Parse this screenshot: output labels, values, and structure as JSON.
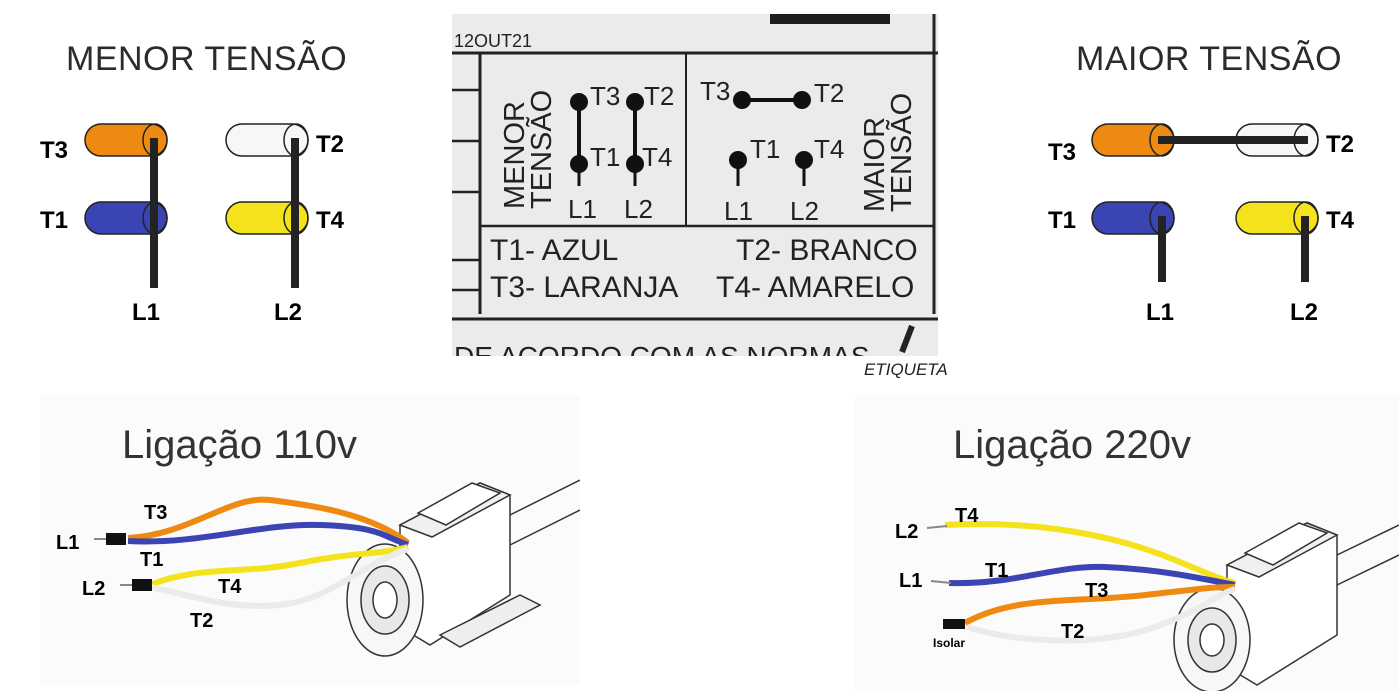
{
  "menor": {
    "title": "MENOR TENSÃO",
    "t3": "T3",
    "t1": "T1",
    "t2": "T2",
    "t4": "T4",
    "l1": "L1",
    "l2": "L2"
  },
  "maior": {
    "title": "MAIOR TENSÃO",
    "t3": "T3",
    "t1": "T1",
    "t2": "T2",
    "t4": "T4",
    "l1": "L1",
    "l2": "L2"
  },
  "label": {
    "date": "12OUT21",
    "menor_title_line1": "MENOR",
    "menor_title_line2": "TENSÃO",
    "maior_title_line1": "MAIOR",
    "maior_title_line2": "TENSÃO",
    "t3": "T3",
    "t2": "T2",
    "t1": "T1",
    "t4": "T4",
    "l1": "L1",
    "l2": "L2",
    "legend_t1": "T1- AZUL",
    "legend_t2": "T2- BRANCO",
    "legend_t3": "T3- LARANJA",
    "legend_t4": "T4- AMARELO",
    "footer": "DE ACORDO COM AS NORMAS",
    "caption": "ETIQUETA"
  },
  "ligacao110": {
    "title": "Ligação 110v",
    "l1": "L1",
    "l2": "L2",
    "t3": "T3",
    "t1": "T1",
    "t4": "T4",
    "t2": "T2"
  },
  "ligacao220": {
    "title": "Ligação 220v",
    "l2": "L2",
    "l1": "L1",
    "t4": "T4",
    "t1": "T1",
    "t3": "T3",
    "t2": "T2",
    "isolar": "Isolar"
  },
  "colors": {
    "orange": "#ee8a12",
    "blue": "#3b44b3",
    "yellow": "#f3e21c",
    "white": "#f7f7f7",
    "dark": "#232323",
    "wire_white": "#ebebeb"
  }
}
